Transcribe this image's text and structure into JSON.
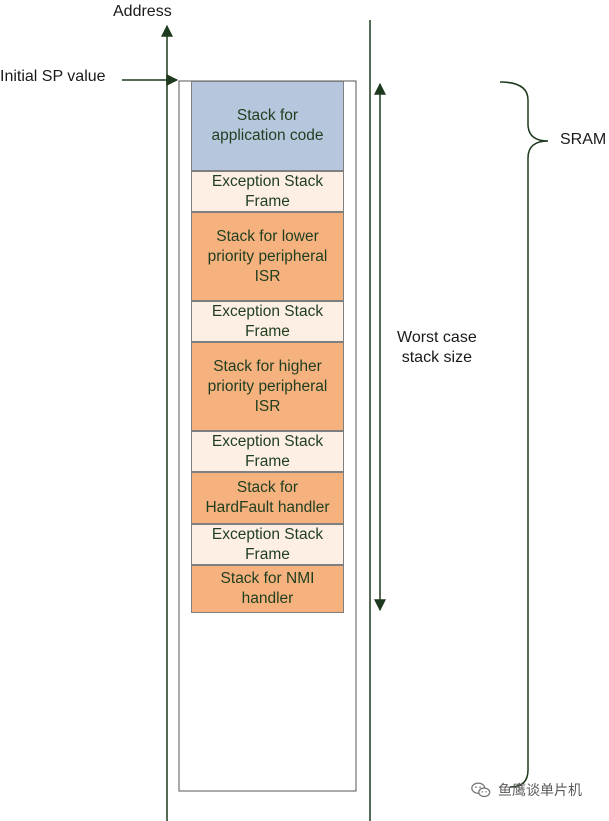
{
  "labels": {
    "address": "Address",
    "initial_sp": "Initial SP value",
    "sram": "SRAM",
    "worst_case": "Worst case\nstack size"
  },
  "blocks": [
    {
      "text": "Stack for\napplication code",
      "kind": "app"
    },
    {
      "text": "Exception Stack\nFrame",
      "kind": "esf"
    },
    {
      "text": "Stack for lower\npriority peripheral\nISR",
      "kind": "isr"
    },
    {
      "text": "Exception Stack\nFrame",
      "kind": "esf"
    },
    {
      "text": "Stack for higher\npriority peripheral\nISR",
      "kind": "isr"
    },
    {
      "text": "Exception Stack\nFrame",
      "kind": "esf"
    },
    {
      "text": "Stack for\nHardFault handler",
      "kind": "isr"
    },
    {
      "text": "Exception Stack\nFrame",
      "kind": "esf"
    },
    {
      "text": "Stack for NMI\nhandler",
      "kind": "isr"
    }
  ],
  "watermark": "鱼鹰谈单片机",
  "colors": {
    "app": "#b6c7dd",
    "isr": "#f5b27f",
    "esf": "#fdefe3",
    "line": "#1e3a1e"
  }
}
